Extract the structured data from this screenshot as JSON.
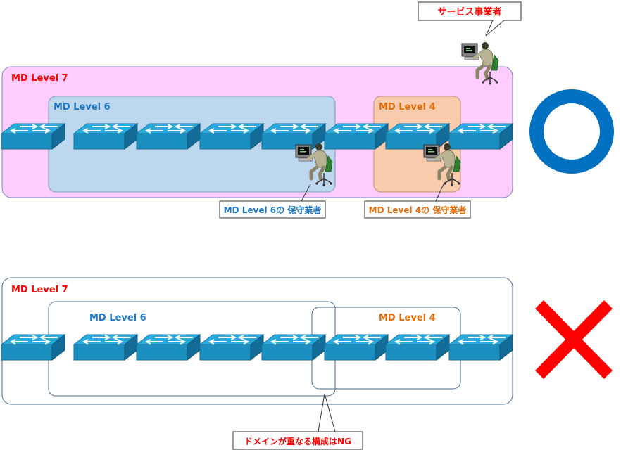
{
  "top": {
    "domains": {
      "level7": "MD Level 7",
      "level6": "MD Level 6",
      "level4": "MD Level 4"
    },
    "callouts": {
      "provider": "サービス事業者",
      "maint6": "MD Level 6の 保守業者",
      "maint4": "MD Level 4の 保守業者"
    },
    "verdict": "valid"
  },
  "bottom": {
    "domains": {
      "level7": "MD Level 7",
      "level6": "MD Level 6",
      "level4": "MD Level 4"
    },
    "callouts": {
      "ng": "ドメインが重なる構成はNG"
    },
    "verdict": "invalid"
  },
  "colors": {
    "level7_text": "#ff0000",
    "level6_text": "#1f78c8",
    "level4_text": "#e46c0a",
    "level7_fill": "#ffccff",
    "level6_fill": "#bdd7ee",
    "level4_fill": "#f8cbad",
    "switch_top": "#2aa9dc",
    "switch_front": "#1b8fc0",
    "circle": "#0070c0",
    "cross": "#ff0000"
  },
  "icons": {
    "switch": "network-switch-icon",
    "person": "person-at-computer-icon",
    "circle": "circle-mark-icon",
    "cross": "cross-mark-icon"
  }
}
